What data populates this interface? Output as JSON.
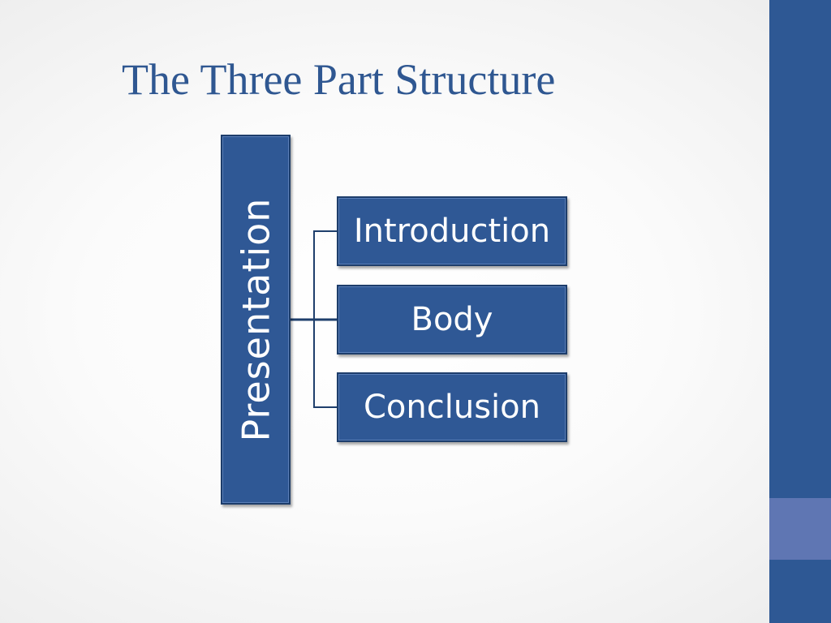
{
  "slide": {
    "title": "The Three Part Structure"
  },
  "diagram": {
    "root": {
      "label": "Presentation"
    },
    "children": [
      {
        "label": "Introduction"
      },
      {
        "label": "Body"
      },
      {
        "label": "Conclusion"
      }
    ]
  },
  "colors": {
    "title_text": "#2f5791",
    "box_fill": "#2f5895",
    "box_text": "#ffffff",
    "connector": "#1f3f6c",
    "side_bar": "#2e5894",
    "side_accent": "#5f76b3"
  }
}
